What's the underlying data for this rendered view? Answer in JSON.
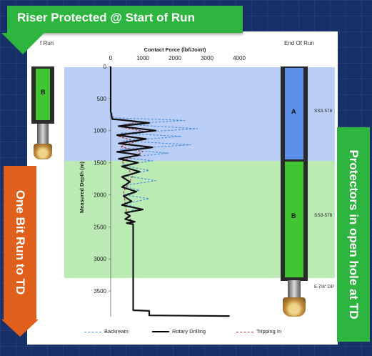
{
  "banners": {
    "top": "Riser Protected @ Start of Run",
    "left": "One Bit Run to TD",
    "right": "Protectors in open hole at TD"
  },
  "left_column": {
    "title": "f Run",
    "segment": "B"
  },
  "right_column": {
    "title": "End Of Run",
    "segments": [
      "A",
      "B"
    ],
    "labels": [
      "SS3-578",
      "SS3-578",
      "5-7/8\" DP"
    ]
  },
  "legend": [
    {
      "name": "Backream",
      "color": "#4a90d9",
      "style": "dashed"
    },
    {
      "name": "Rotary Drilling",
      "color": "#000000",
      "style": "solid"
    },
    {
      "name": "Tripping In",
      "color": "#a0303a",
      "style": "dashed"
    }
  ],
  "colors": {
    "banner_green": "#2db53f",
    "banner_orange": "#e0601b",
    "shade_blue": "#96b4f0",
    "shade_green": "#a0e196",
    "segment_blue": "#5b8fe8",
    "segment_green": "#41c532"
  },
  "chart_data": {
    "type": "line",
    "title": "",
    "xlabel": "Contact Force (lbf/Joint)",
    "ylabel": "Measured Depth (m)",
    "xlim": [
      0,
      4000
    ],
    "ylim": [
      0,
      3900
    ],
    "y_inverted": true,
    "x_axis_position": "top",
    "xticks": [
      "0",
      "1000",
      "2000",
      "3000",
      "4000"
    ],
    "yticks": [
      "0",
      "500",
      "1000",
      "1500",
      "2000",
      "2500",
      "3000",
      "3500"
    ],
    "bands": [
      {
        "name": "open-riser-zone",
        "from": 0,
        "to": 1500,
        "color": "#96b4f0"
      },
      {
        "name": "open-hole-zone",
        "from": 1500,
        "to": 3350,
        "color": "#a0e196"
      }
    ],
    "series": [
      {
        "name": "Rotary Drilling",
        "x": [
          0,
          0,
          50,
          300,
          1200,
          250,
          1400,
          200,
          1100,
          250,
          1300,
          200,
          900,
          250,
          850,
          350,
          900,
          350,
          600,
          350,
          800,
          400,
          650,
          350,
          1000,
          450,
          600,
          450,
          750,
          500,
          700,
          700,
          700,
          1200,
          1200,
          3700
        ],
        "y": [
          0,
          700,
          820,
          830,
          880,
          930,
          1000,
          1070,
          1130,
          1200,
          1260,
          1330,
          1380,
          1440,
          1500,
          1560,
          1640,
          1720,
          1800,
          1880,
          1950,
          2020,
          2100,
          2160,
          2230,
          2280,
          2330,
          2380,
          2420,
          2440,
          2460,
          2800,
          3800,
          3810,
          3880,
          3890
        ]
      },
      {
        "name": "Backream",
        "x": [
          0,
          0,
          100,
          2300,
          400,
          2700,
          300,
          2200,
          400,
          2500,
          300,
          1800,
          400,
          1300,
          350,
          1200,
          400,
          1400,
          350,
          900,
          400,
          1200,
          450,
          800,
          500,
          600,
          700,
          700
        ],
        "y": [
          0,
          690,
          800,
          840,
          900,
          970,
          1040,
          1090,
          1160,
          1220,
          1290,
          1350,
          1420,
          1470,
          1540,
          1620,
          1700,
          1780,
          1860,
          1930,
          2000,
          2060,
          2140,
          2200,
          2300,
          2380,
          2460,
          3300
        ]
      },
      {
        "name": "Tripping In",
        "x": [
          0,
          0,
          60,
          900,
          200,
          1000,
          250,
          800,
          300,
          1000,
          350,
          700,
          400,
          500,
          700,
          700,
          1200,
          1200,
          3700
        ],
        "y": [
          0,
          700,
          820,
          860,
          930,
          1010,
          1090,
          1170,
          1250,
          1330,
          1480,
          1700,
          1950,
          2300,
          2440,
          3800,
          3810,
          3880,
          3890
        ]
      }
    ]
  }
}
